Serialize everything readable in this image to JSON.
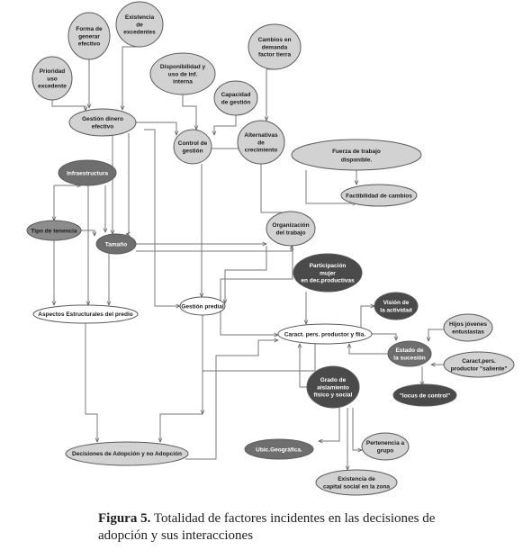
{
  "nodes": {
    "forma": {
      "lines": [
        "Forma de",
        "generar",
        "efectivo"
      ],
      "fill": "#d2d2d2"
    },
    "existencia": {
      "lines": [
        "Existencia",
        "de",
        "excedentes"
      ],
      "fill": "#d2d2d2"
    },
    "prioridad": {
      "lines": [
        "Prioridad",
        "uso",
        "excedente"
      ],
      "fill": "#d2d2d2"
    },
    "gestion_dinero": {
      "lines": [
        "Gestión dinero",
        "efectivo"
      ],
      "fill": "#d2d2d2"
    },
    "disponibilidad": {
      "lines": [
        "Disponibilidad y",
        "uso de inf.",
        "interna"
      ],
      "fill": "#d2d2d2"
    },
    "capacidad": {
      "lines": [
        "Capacidad",
        "de gestión"
      ],
      "fill": "#d2d2d2"
    },
    "control": {
      "lines": [
        "Control de",
        "gestión"
      ],
      "fill": "#d2d2d2"
    },
    "cambios": {
      "lines": [
        "Cambios en",
        "demanda",
        "factor tierra"
      ],
      "fill": "#d2d2d2"
    },
    "alternativas": {
      "lines": [
        "Alternativas",
        "de",
        "crecimiento"
      ],
      "fill": "#d2d2d2"
    },
    "fuerza": {
      "lines": [
        "Fuerza de trabajo",
        "disponible."
      ],
      "fill": "#d2d2d2"
    },
    "factibilidad": {
      "lines": [
        "Factibilidad de cambios"
      ],
      "fill": "#d2d2d2"
    },
    "infraestructura": {
      "lines": [
        "Infraestructura"
      ],
      "fill": "#6e6e6e",
      "light": true
    },
    "tipo_tenencia": {
      "lines": [
        "Tipo de tenencia"
      ],
      "fill": "#8c8c8c"
    },
    "tamano": {
      "lines": [
        "Tamaño"
      ],
      "fill": "#6e6e6e",
      "light": true
    },
    "organizacion": {
      "lines": [
        "Organización",
        "del trabajo"
      ],
      "fill": "#d2d2d2"
    },
    "aspectos": {
      "lines": [
        "Aspectos Estructurales del predio"
      ],
      "fill": "#ffffff"
    },
    "gestion_predial": {
      "lines": [
        "Gestión predial"
      ],
      "fill": "#ffffff"
    },
    "participacion": {
      "lines": [
        "Participación",
        "mujer",
        "en dec.productivas"
      ],
      "fill": "#4a4a4a",
      "light": true
    },
    "vision": {
      "lines": [
        "Visión de",
        "la actividad"
      ],
      "fill": "#4a4a4a",
      "light": true
    },
    "caract": {
      "lines": [
        "Caract. pers. productor y flia."
      ],
      "fill": "#ffffff"
    },
    "hijos": {
      "lines": [
        "Hijos jóvenes",
        "entusiastas"
      ],
      "fill": "#d2d2d2"
    },
    "estado": {
      "lines": [
        "Estado de",
        "la sucesión"
      ],
      "fill": "#6e6e6e",
      "light": true
    },
    "caract_pers": {
      "lines": [
        "Caract.pers.",
        "productor \"saliente\""
      ],
      "fill": "#d2d2d2"
    },
    "grado": {
      "lines": [
        "Grado de",
        "aislamiento",
        "físico y social"
      ],
      "fill": "#4a4a4a",
      "light": true
    },
    "locus": {
      "lines": [
        "\"locus de control\""
      ],
      "fill": "#4a4a4a",
      "light": true
    },
    "ubic": {
      "lines": [
        "Ubic.Geográfica."
      ],
      "fill": "#6e6e6e",
      "light": true
    },
    "pertenencia": {
      "lines": [
        "Pertenencia a",
        "grupo"
      ],
      "fill": "#d2d2d2"
    },
    "capital": {
      "lines": [
        "Existencia de",
        "capital social en la zona"
      ],
      "fill": "#d2d2d2"
    },
    "decisiones": {
      "lines": [
        "Decisiones de Adopción y no Adopción"
      ],
      "fill": "#d2d2d2"
    }
  },
  "caption": {
    "label": "Figura 5.",
    "text": "Totalidad de factores incidentes en las decisiones de adopción y sus interacciones"
  }
}
